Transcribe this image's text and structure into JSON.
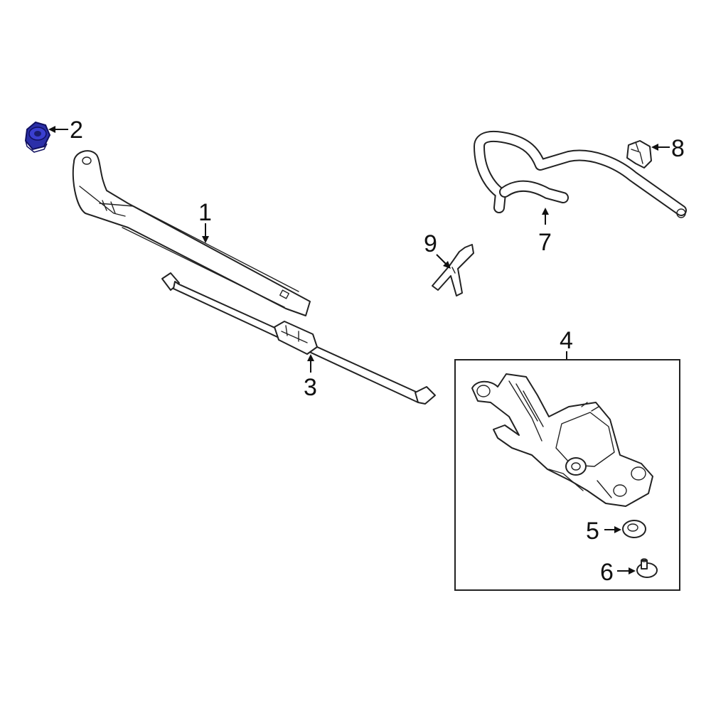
{
  "diagram": {
    "highlight_color": "#2b2fa8",
    "callouts": [
      {
        "id": "1",
        "label": "1"
      },
      {
        "id": "2",
        "label": "2"
      },
      {
        "id": "3",
        "label": "3"
      },
      {
        "id": "4",
        "label": "4"
      },
      {
        "id": "5",
        "label": "5"
      },
      {
        "id": "6",
        "label": "6"
      },
      {
        "id": "7",
        "label": "7"
      },
      {
        "id": "8",
        "label": "8"
      },
      {
        "id": "9",
        "label": "9"
      }
    ]
  }
}
